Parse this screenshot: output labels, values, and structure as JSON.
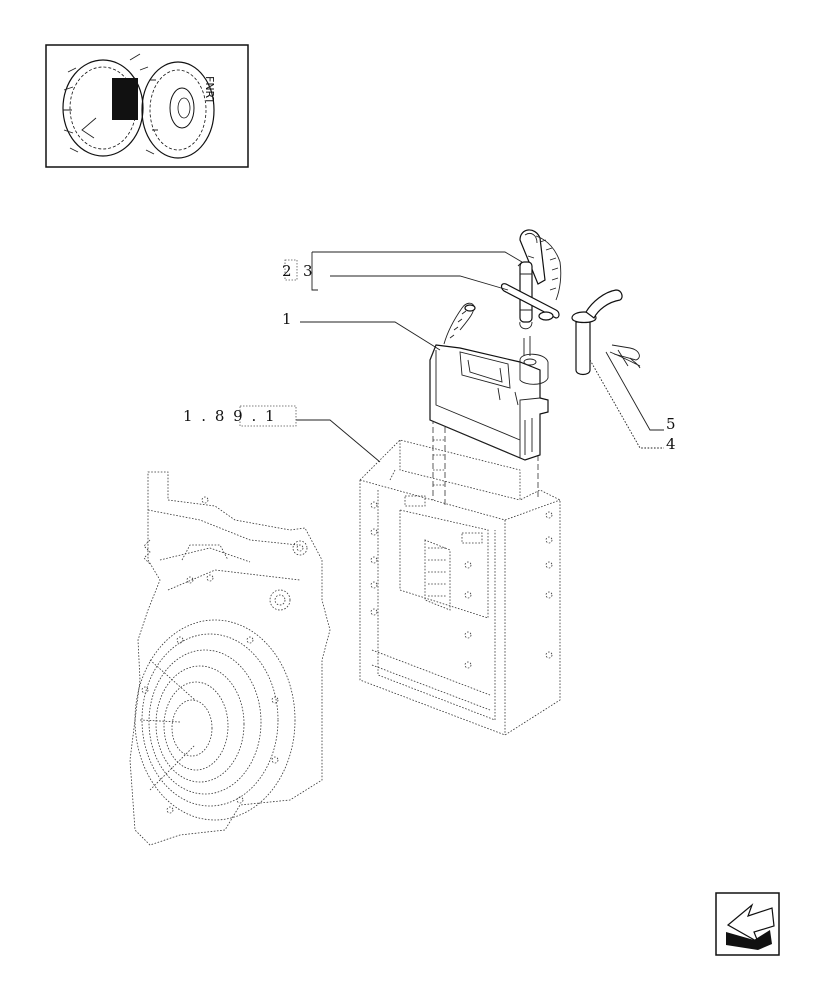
{
  "callouts": {
    "part_1": "1",
    "part_2": "2",
    "part_3": "3",
    "part_4": "4",
    "part_5": "5",
    "reference": "1 . 8 9 . 1"
  },
  "icons": {
    "thumbnail": "tractor-rear-wheel-thumbnail",
    "navigation": "return-arrow-icon"
  },
  "colors": {
    "line": "#111111",
    "background": "#ffffff"
  }
}
